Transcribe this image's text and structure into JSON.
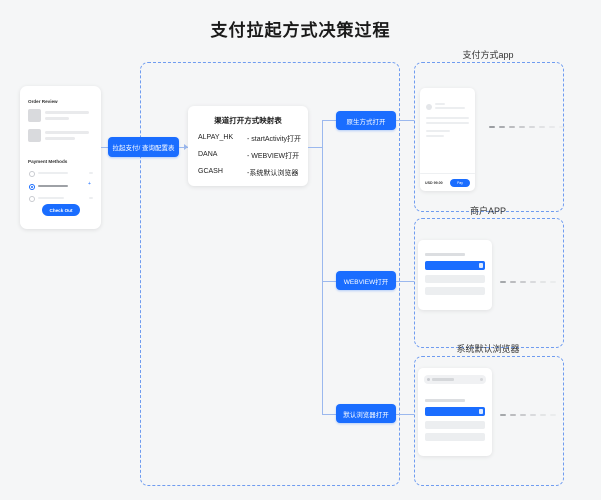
{
  "page": {
    "title": "支付拉起方式决策过程",
    "background": "#f5f6f7",
    "accent": "#1a6dff",
    "dashed_border": "#6f9cf0"
  },
  "checkout_phone": {
    "order_review_title": "Order Review",
    "payment_methods_title": "Payment Methods",
    "checkout_button": "Check Out",
    "payment_options": [
      {
        "selected": false
      },
      {
        "selected": true
      },
      {
        "selected": false
      }
    ]
  },
  "trigger": {
    "label": "拉起支付/ 查询配置表"
  },
  "mapping_table": {
    "title": "渠道打开方式映射表",
    "rows": [
      {
        "channel": "ALPAY_HK",
        "mode": "- startActivity打开"
      },
      {
        "channel": "DANA",
        "mode": "- WEBVIEW打开"
      },
      {
        "channel": "GCASH",
        "mode": "-系统默认浏览器"
      }
    ]
  },
  "branches": [
    {
      "label": "原生方式打开"
    },
    {
      "label": "WEBVIEW打开"
    },
    {
      "label": "默认浏览器打开"
    }
  ],
  "panels": [
    {
      "caption": "支付方式app"
    },
    {
      "caption": "商户APP"
    },
    {
      "caption": "系统默认浏览器"
    }
  ],
  "payment_app_screen": {
    "amount": "USD 99.00",
    "pay_button": "Pay"
  }
}
